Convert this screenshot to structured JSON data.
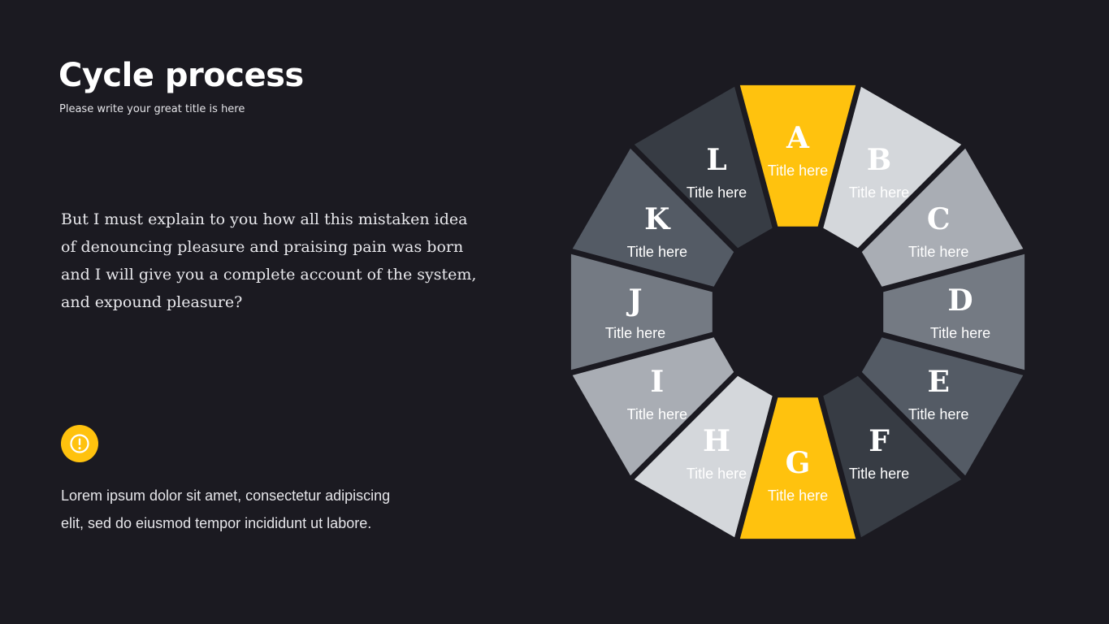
{
  "slide": {
    "title": "Cycle process",
    "subtitle": "Please write your great title is here",
    "body": "But I must explain to you how all this mistaken idea of denouncing pleasure and praising pain was born and I will give you a complete account of the system, and expound pleasure?",
    "note": "Lorem ipsum dolor sit amet, consectetur adipiscing elit, sed do eiusmod tempor incididunt ut labore.",
    "icon": "info-icon",
    "accent_color": "#ffc20e",
    "background_color": "#1b1a21"
  },
  "cycle": {
    "segments": [
      {
        "letter": "A",
        "label": "Title here",
        "color": "#ffc20e"
      },
      {
        "letter": "B",
        "label": "Title here",
        "color": "#d4d7db"
      },
      {
        "letter": "C",
        "label": "Title here",
        "color": "#a9adb4"
      },
      {
        "letter": "D",
        "label": "Title here",
        "color": "#747a83"
      },
      {
        "letter": "E",
        "label": "Title here",
        "color": "#545b65"
      },
      {
        "letter": "F",
        "label": "Title here",
        "color": "#373c44"
      },
      {
        "letter": "G",
        "label": "Title here",
        "color": "#ffc20e"
      },
      {
        "letter": "H",
        "label": "Title here",
        "color": "#d4d7db"
      },
      {
        "letter": "I",
        "label": "Title here",
        "color": "#a9adb4"
      },
      {
        "letter": "J",
        "label": "Title here",
        "color": "#747a83"
      },
      {
        "letter": "K",
        "label": "Title here",
        "color": "#545b65"
      },
      {
        "letter": "L",
        "label": "Title here",
        "color": "#373c44"
      }
    ]
  }
}
